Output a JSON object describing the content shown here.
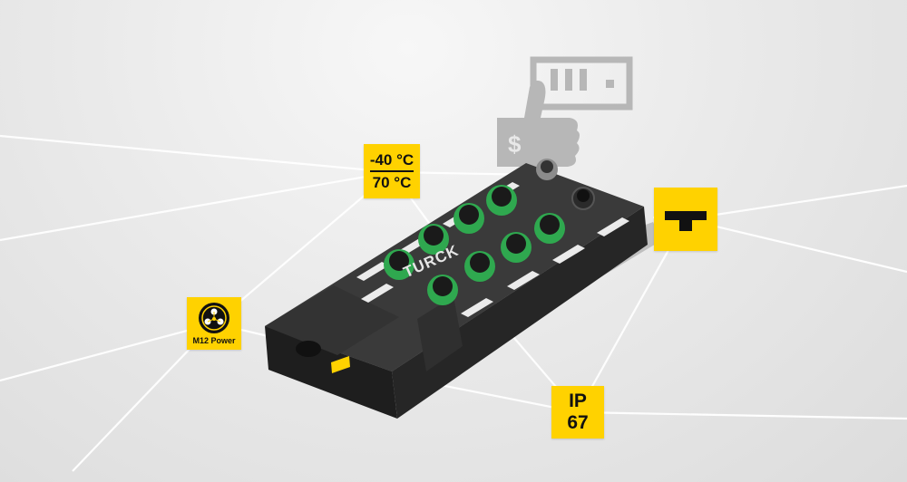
{
  "badges": {
    "temperature_low": "-40 °C",
    "temperature_high": "70 °C",
    "ip_line1": "IP",
    "ip_line2": "67",
    "m12_label": "M12 Power"
  },
  "device": {
    "brand": "TURCK"
  },
  "icons": {
    "cost": "thumb-dollar-card-icon",
    "tee": "t-connector-icon",
    "m12": "m12-power-icon"
  },
  "colors": {
    "accent": "#ffd200",
    "device_body": "#2b2b2b",
    "connector": "#2fa84f",
    "icon_gray": "#b5b5b5",
    "background": "#e6e6e6"
  }
}
